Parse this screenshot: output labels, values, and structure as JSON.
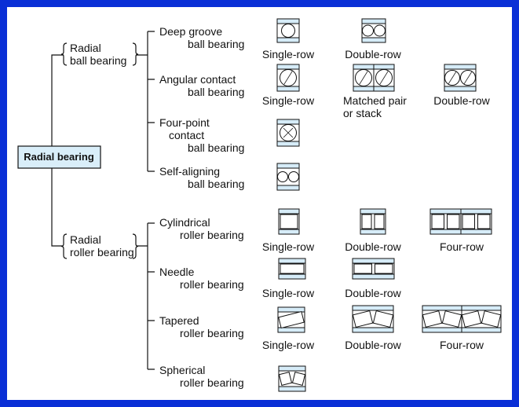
{
  "root": "Radial bearing",
  "groups": [
    {
      "label_lines": [
        "Radial",
        "ball bearing"
      ]
    },
    {
      "label_lines": [
        "Radial",
        "roller bearing"
      ]
    }
  ],
  "types": [
    {
      "label_lines": [
        "Deep groove",
        "ball bearing"
      ],
      "variants": [
        {
          "caption": [
            "Single-row"
          ],
          "icon": "deep-groove-single-row-icon"
        },
        {
          "caption": [
            "Double-row"
          ],
          "icon": "deep-groove-double-row-icon"
        }
      ]
    },
    {
      "label_lines": [
        "Angular contact",
        "ball bearing"
      ],
      "variants": [
        {
          "caption": [
            "Single-row"
          ],
          "icon": "angular-contact-single-row-icon"
        },
        {
          "caption": [
            "Matched pair",
            "or stack"
          ],
          "icon": "angular-contact-matched-pair-icon"
        },
        {
          "caption": [
            "Double-row"
          ],
          "icon": "angular-contact-double-row-icon"
        }
      ]
    },
    {
      "label_lines": [
        "Four-point",
        "contact",
        "ball bearing"
      ],
      "variants": [
        {
          "caption": [],
          "icon": "four-point-contact-icon"
        }
      ]
    },
    {
      "label_lines": [
        "Self-aligning",
        "ball bearing"
      ],
      "variants": [
        {
          "caption": [],
          "icon": "self-aligning-ball-icon"
        }
      ]
    },
    {
      "label_lines": [
        "Cylindrical",
        "roller bearing"
      ],
      "variants": [
        {
          "caption": [
            "Single-row"
          ],
          "icon": "cylindrical-single-row-icon"
        },
        {
          "caption": [
            "Double-row"
          ],
          "icon": "cylindrical-double-row-icon"
        },
        {
          "caption": [
            "Four-row"
          ],
          "icon": "cylindrical-four-row-icon"
        }
      ]
    },
    {
      "label_lines": [
        "Needle",
        "roller bearing"
      ],
      "variants": [
        {
          "caption": [
            "Single-row"
          ],
          "icon": "needle-single-row-icon"
        },
        {
          "caption": [
            "Double-row"
          ],
          "icon": "needle-double-row-icon"
        }
      ]
    },
    {
      "label_lines": [
        "Tapered",
        "roller bearing"
      ],
      "variants": [
        {
          "caption": [
            "Single-row"
          ],
          "icon": "tapered-single-row-icon"
        },
        {
          "caption": [
            "Double-row"
          ],
          "icon": "tapered-double-row-icon"
        },
        {
          "caption": [
            "Four-row"
          ],
          "icon": "tapered-four-row-icon"
        }
      ]
    },
    {
      "label_lines": [
        "Spherical",
        "roller bearing"
      ],
      "variants": [
        {
          "caption": [],
          "icon": "spherical-roller-icon"
        }
      ]
    }
  ],
  "colors": {
    "frame": "#0a2fd6",
    "background": "#ffffff",
    "ring_fill": "#d6ecf8",
    "line": "#111111",
    "root_fill": "#d9eef9"
  }
}
